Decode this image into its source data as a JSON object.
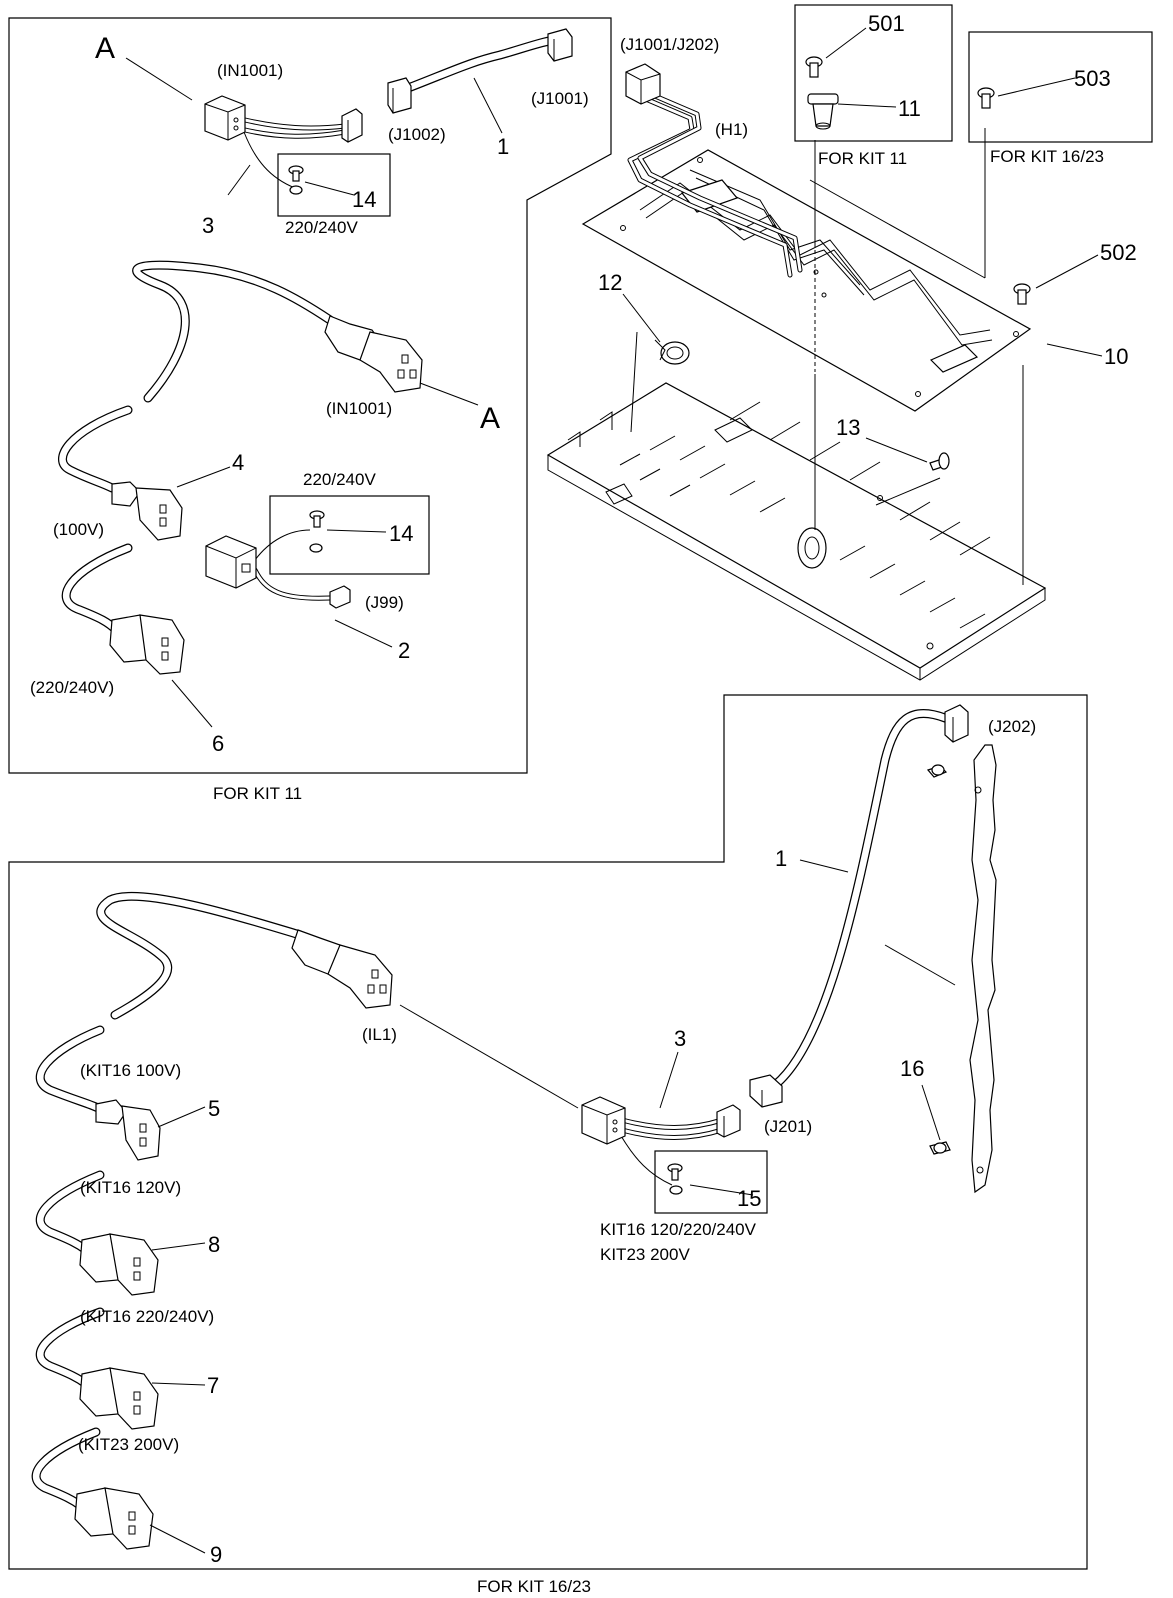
{
  "callouts": {
    "a_top": "A",
    "in1001_top": "(IN1001)",
    "j1002": "(J1002)",
    "j1001": "(J1001)",
    "n1_top": "1",
    "n3_top": "3",
    "n14_top": "14",
    "v220_240_top": "220/240V",
    "in1001_mid": "(IN1001)",
    "a_mid": "A",
    "n4": "4",
    "v100": "(100V)",
    "v220_240_mid": "220/240V",
    "n14_mid": "14",
    "j99": "(J99)",
    "n2": "2",
    "v220_240_plug": "(220/240V)",
    "n6": "6",
    "for_kit11_main": "FOR KIT 11",
    "j1001_j202": "(J1001/J202)",
    "h1": "(H1)",
    "n501": "501",
    "n11": "11",
    "for_kit11_inset": "FOR KIT 11",
    "n503": "503",
    "for_kit16_23_inset": "FOR KIT 16/23",
    "n502": "502",
    "n12": "12",
    "n10": "10",
    "n13": "13",
    "j202": "(J202)",
    "n1_bottom": "1",
    "il1": "(IL1)",
    "kit16_100v": "(KIT16 100V)",
    "n5": "5",
    "n3_bottom": "3",
    "n16": "16",
    "j201": "(J201)",
    "n15": "15",
    "kit16_120v": "(KIT16 120V)",
    "n8": "8",
    "kit_note_line1": "KIT16 120/220/240V",
    "kit_note_line2": "KIT23 200V",
    "kit16_220_240v": "(KIT16 220/240V)",
    "n7": "7",
    "kit23_200v": "(KIT23 200V)",
    "n9": "9",
    "for_kit16_23_main": "FOR KIT 16/23"
  }
}
